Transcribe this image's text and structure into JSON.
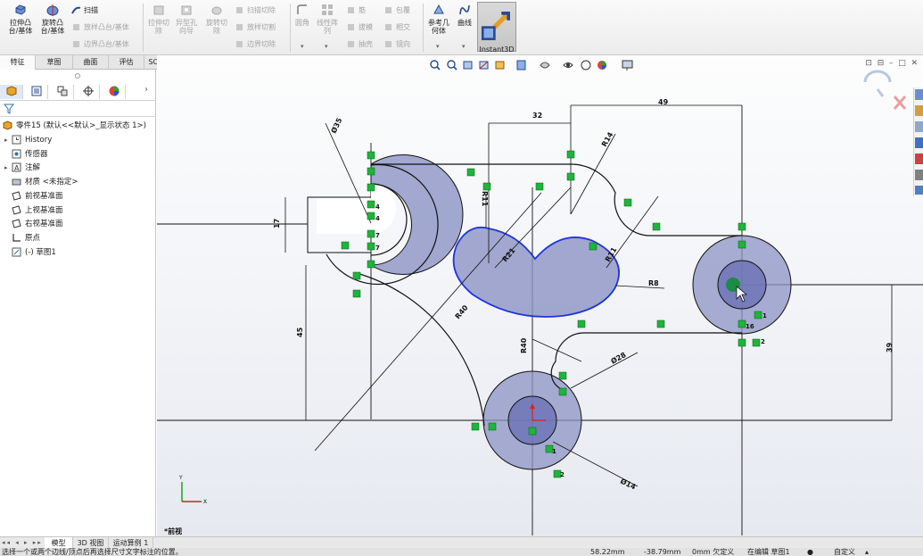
{
  "ribbon": {
    "extrude_boss": "拉伸凸\n台/基体",
    "revolve_boss": "旋转凸\n台/基体",
    "sweep": "扫描",
    "loft_boss": "放样凸台/基体",
    "boundary_boss": "边界凸台/基体",
    "extrude_cut": "拉伸切\n除",
    "hole_wizard": "异型孔\n向导",
    "revolve_cut": "旋转切\n除",
    "swept_cut": "扫描切除",
    "lofted_cut": "放样切割",
    "boundary_cut": "边界切除",
    "fillet": "圆角",
    "linear_pattern": "线性阵\n列",
    "rib": "筋",
    "draft": "拔模",
    "shell": "抽壳",
    "wrap": "包覆",
    "intersect": "相交",
    "mirror": "镜向",
    "ref_geometry": "参考几\n何体",
    "curves": "曲线",
    "instant3d": "Instant3D"
  },
  "tabs": [
    "特征",
    "草图",
    "曲面",
    "评估",
    "SOLIDWORKS 插件"
  ],
  "active_tab": "特征",
  "tree": {
    "part": "零件15 (默认<<默认>_显示状态 1>)",
    "items": [
      {
        "label": "History",
        "icon": "history-icon",
        "expand": "▸"
      },
      {
        "label": "传感器",
        "icon": "sensor-icon",
        "expand": ""
      },
      {
        "label": "注解",
        "icon": "annotation-icon",
        "expand": "▸"
      },
      {
        "label": "材质 <未指定>",
        "icon": "material-icon",
        "expand": ""
      },
      {
        "label": "前视基准面",
        "icon": "plane-icon",
        "expand": ""
      },
      {
        "label": "上视基准面",
        "icon": "plane-icon",
        "expand": ""
      },
      {
        "label": "右视基准面",
        "icon": "plane-icon",
        "expand": ""
      },
      {
        "label": "原点",
        "icon": "origin-icon",
        "expand": ""
      },
      {
        "label": "(-) 草图1",
        "icon": "sketch-icon",
        "expand": ""
      }
    ]
  },
  "view_label": "*前视",
  "axis_labels": {
    "x": "X",
    "y": "Y"
  },
  "dimensions": {
    "d35": "Ø35",
    "d32": "32",
    "d49": "49",
    "r14": "R14",
    "r11_top": "R11",
    "d17": "17",
    "r21": "R21",
    "r11_right": "R11",
    "r8": "R8",
    "r40": "R40",
    "d45": "45",
    "r40b": "R40",
    "d28": "Ø28",
    "d39": "39",
    "d14": "Ø14"
  },
  "relation_labels": [
    "4",
    "4",
    "7",
    "7",
    "1",
    "16",
    "2",
    "1",
    "2"
  ],
  "bottom_tabs": [
    "模型",
    "3D 视图",
    "运动算例 1"
  ],
  "active_bottom_tab": "模型",
  "status": {
    "message": "选择一个或两个边线/顶点后再选择尺寸文字标注的位置。",
    "x": "58.22mm",
    "y": "-38.79mm",
    "z": "0mm 欠定义",
    "editing": "在编辑 草图1",
    "custom": "自定义"
  },
  "colors": {
    "sketch_fill": "#8c93c4",
    "selected_profile": "#1f35d8",
    "relation_green": "#1db53a",
    "origin_red": "#e02020"
  }
}
